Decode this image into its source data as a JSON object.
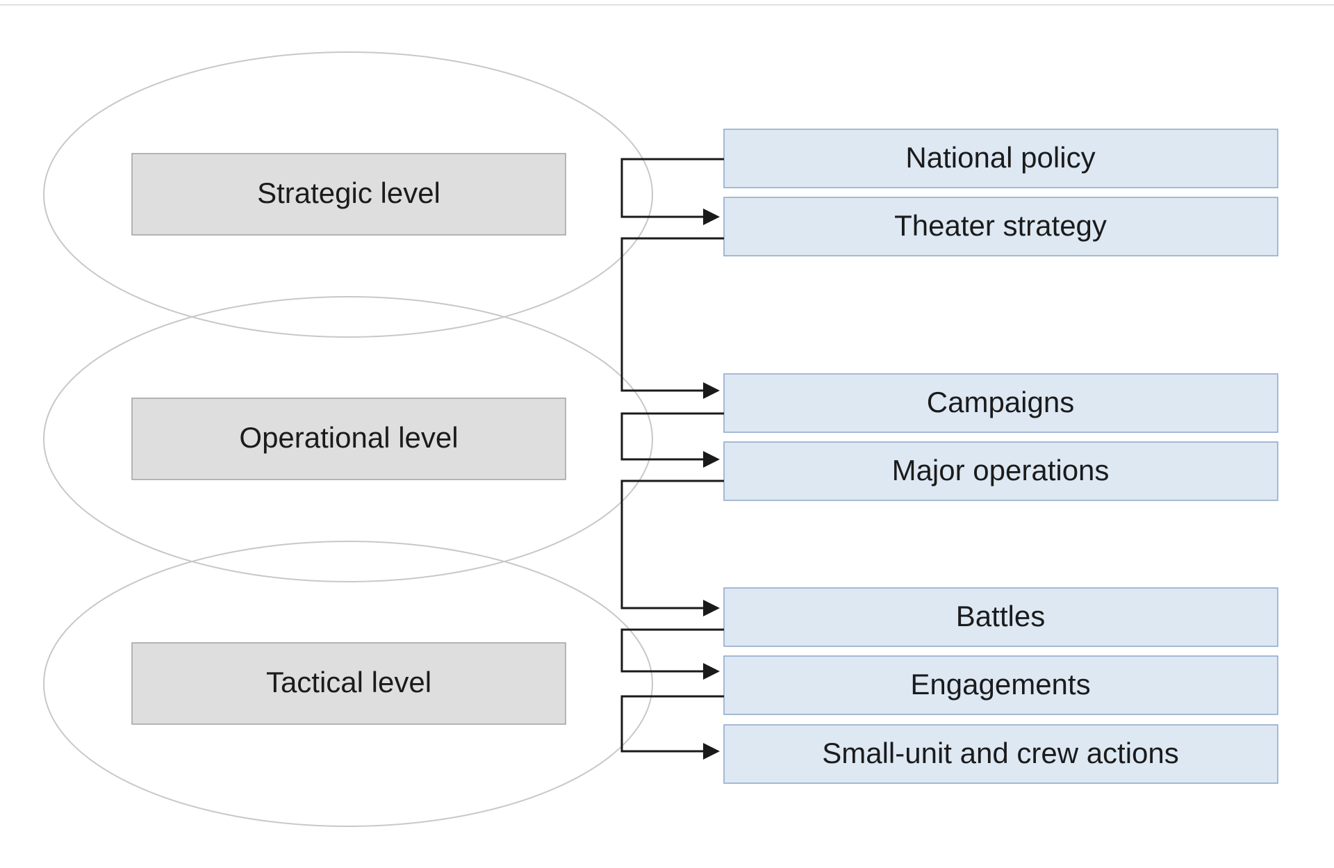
{
  "levels": [
    {
      "id": "strategic",
      "label": "Strategic level"
    },
    {
      "id": "operational",
      "label": "Operational level"
    },
    {
      "id": "tactical",
      "label": "Tactical level"
    }
  ],
  "items": [
    {
      "id": "national-policy",
      "label": "National policy"
    },
    {
      "id": "theater-strategy",
      "label": "Theater strategy"
    },
    {
      "id": "campaigns",
      "label": "Campaigns"
    },
    {
      "id": "major-operations",
      "label": "Major operations"
    },
    {
      "id": "battles",
      "label": "Battles"
    },
    {
      "id": "engagements",
      "label": "Engagements"
    },
    {
      "id": "small-unit-actions",
      "label": "Small-unit and crew actions"
    }
  ],
  "connections": [
    {
      "from": "national-policy",
      "to": "theater-strategy"
    },
    {
      "from": "theater-strategy",
      "to": "campaigns"
    },
    {
      "from": "campaigns",
      "to": "major-operations"
    },
    {
      "from": "major-operations",
      "to": "battles"
    },
    {
      "from": "battles",
      "to": "engagements"
    },
    {
      "from": "engagements",
      "to": "small-unit-actions"
    }
  ],
  "colors": {
    "level_fill": "#dedede",
    "item_fill": "#dde8f3",
    "item_border": "#8ea6c9",
    "ellipse_stroke": "#c8c8c8",
    "connector": "#1a1a1a"
  }
}
